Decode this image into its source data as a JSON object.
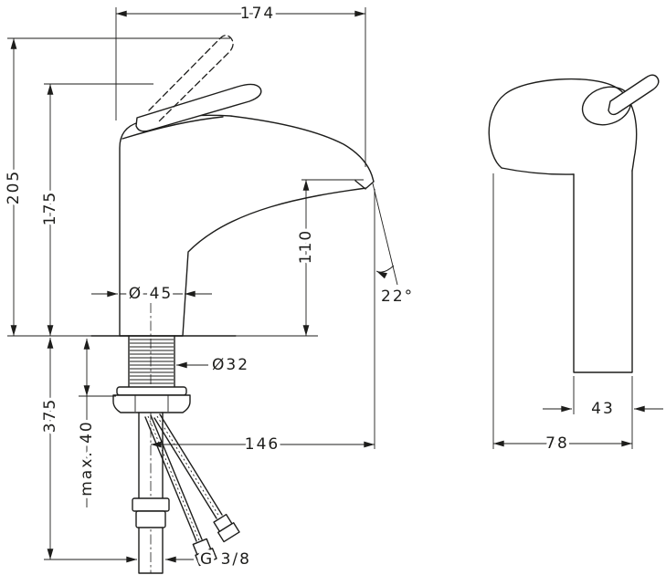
{
  "page": {
    "background": "#ffffff",
    "line_color": "#1d1d1b"
  },
  "front_view": {
    "dims": {
      "overall_depth": "174",
      "overall_height": "205",
      "handle_height": "175",
      "spout_clearance": "110",
      "body_diameter": "Ø 45",
      "shank_diameter": "Ø32",
      "install_length": "375",
      "max_mounting_thickness": "max. 40",
      "spout_reach": "146",
      "spout_angle": "22°",
      "connection_thread": "G 3/8"
    }
  },
  "side_view": {
    "dims": {
      "body_depth": "43",
      "overall_depth": "78"
    }
  }
}
